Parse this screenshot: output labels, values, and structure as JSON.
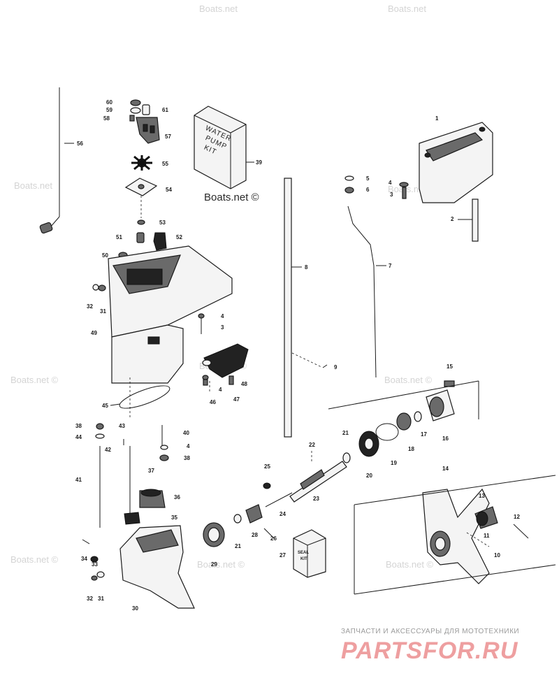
{
  "watermarks": {
    "boats": "Boats.net",
    "boats_copyright": "Boats.net ©"
  },
  "kits": {
    "water_pump_kit": [
      "WATER",
      "PUMP",
      "KIT"
    ],
    "seal_kit": [
      "SEAL",
      "KIT"
    ]
  },
  "footer": {
    "tagline": "ЗАПЧАСТИ И АКСЕССУАРЫ ДЛЯ МОТОТЕХНИКИ",
    "logo": "PARTSFOR.RU"
  },
  "colors": {
    "ink": "#1a1a1a",
    "watermark": "#d4d4d4",
    "logo": "#ee9fa0"
  },
  "callouts": {
    "c1": "1",
    "c2": "2",
    "c3a": "3",
    "c3b": "3",
    "c4a": "4",
    "c4b": "4",
    "c4c": "4",
    "c4d": "4",
    "c5": "5",
    "c6": "6",
    "c7": "7",
    "c8": "8",
    "c9": "9",
    "c10": "10",
    "c11": "11",
    "c12": "12",
    "c13": "13",
    "c14": "14",
    "c15": "15",
    "c16": "16",
    "c17": "17",
    "c18": "18",
    "c19": "19",
    "c20": "20",
    "c21a": "21",
    "c21b": "21",
    "c22": "22",
    "c23": "23",
    "c24": "24",
    "c25": "25",
    "c26": "26",
    "c27": "27",
    "c28": "28",
    "c29": "29",
    "c30": "30",
    "c31a": "31",
    "c31b": "31",
    "c32a": "32",
    "c32b": "32",
    "c33": "33",
    "c34": "34",
    "c35": "35",
    "c36": "36",
    "c37": "37",
    "c38a": "38",
    "c38b": "38",
    "c39": "39",
    "c40": "40",
    "c41": "41",
    "c42": "42",
    "c43": "43",
    "c44": "44",
    "c45": "45",
    "c46": "46",
    "c47": "47",
    "c48": "48",
    "c49": "49",
    "c50": "50",
    "c51": "51",
    "c52": "52",
    "c53": "53",
    "c54": "54",
    "c55": "55",
    "c56": "56",
    "c57": "57",
    "c58": "58",
    "c59": "59",
    "c60": "60",
    "c61": "61"
  }
}
